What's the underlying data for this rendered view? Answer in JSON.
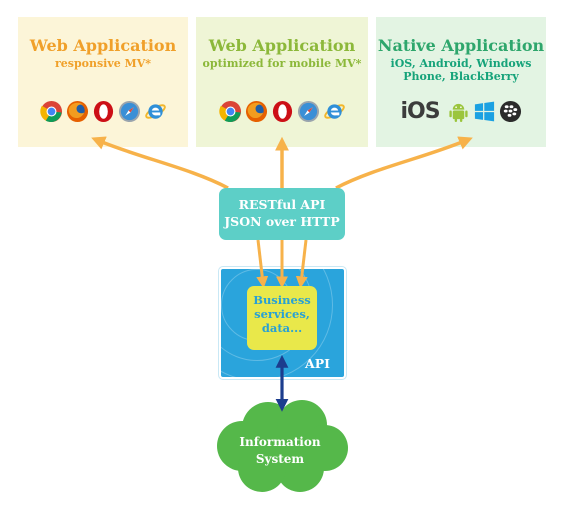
{
  "web_app": {
    "title": "Web Application",
    "subtitle": "responsive MV*",
    "browsers": [
      "chrome-icon",
      "firefox-icon",
      "opera-icon",
      "safari-icon",
      "ie-icon"
    ]
  },
  "mobile_app": {
    "title": "Web Application",
    "subtitle": "optimized for mobile MV*",
    "browsers": [
      "chrome-icon",
      "firefox-icon",
      "opera-icon",
      "safari-icon",
      "ie-icon"
    ]
  },
  "native_app": {
    "title": "Native Application",
    "subtitle_line1": "iOS, Android, Windows",
    "subtitle_line2": "Phone, BlackBerry",
    "ios_logo": "iOS",
    "platforms": [
      "ios-logo",
      "android-icon",
      "windows-icon",
      "blackberry-icon"
    ]
  },
  "rest_api": {
    "line1": "RESTful API",
    "line2": "JSON over HTTP"
  },
  "api": {
    "label": "API",
    "services_line1": "Business",
    "services_line2": "services,",
    "services_line3": "data..."
  },
  "information_system": {
    "line1": "Information",
    "line2": "System"
  },
  "colors": {
    "web_title": "#f0a02a",
    "mobile_title": "#8cb83a",
    "native_title": "#2ea66c",
    "arrow": "#f7b24a",
    "rest_box": "#5dcfc7",
    "api_box": "#2aa4dc",
    "services_box": "#e9e84a",
    "cloud": "#55b84a",
    "db_arrow": "#1c3d8e"
  }
}
